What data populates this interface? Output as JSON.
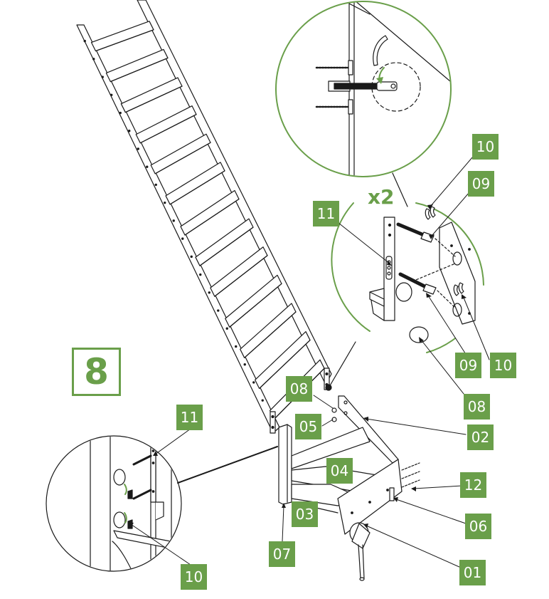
{
  "colors": {
    "accent": "#6a9f4a",
    "line": "#1a1a1a"
  },
  "step_number": "8",
  "multiplier": "x2",
  "labels": {
    "l10_top": "10",
    "l09_top": "09",
    "l11_mid": "11",
    "l09_bottom": "09",
    "l10_mid": "10",
    "l08_right": "08",
    "l08_center": "08",
    "l05": "05",
    "l02": "02",
    "l04": "04",
    "l12": "12",
    "l03": "03",
    "l06": "06",
    "l07": "07",
    "l01": "01",
    "l11_left": "11",
    "l10_left": "10"
  },
  "icons": [
    "screw-icon",
    "dowel-icon",
    "cam-lock-icon",
    "staircase-drawing",
    "detail-circle-icon"
  ]
}
